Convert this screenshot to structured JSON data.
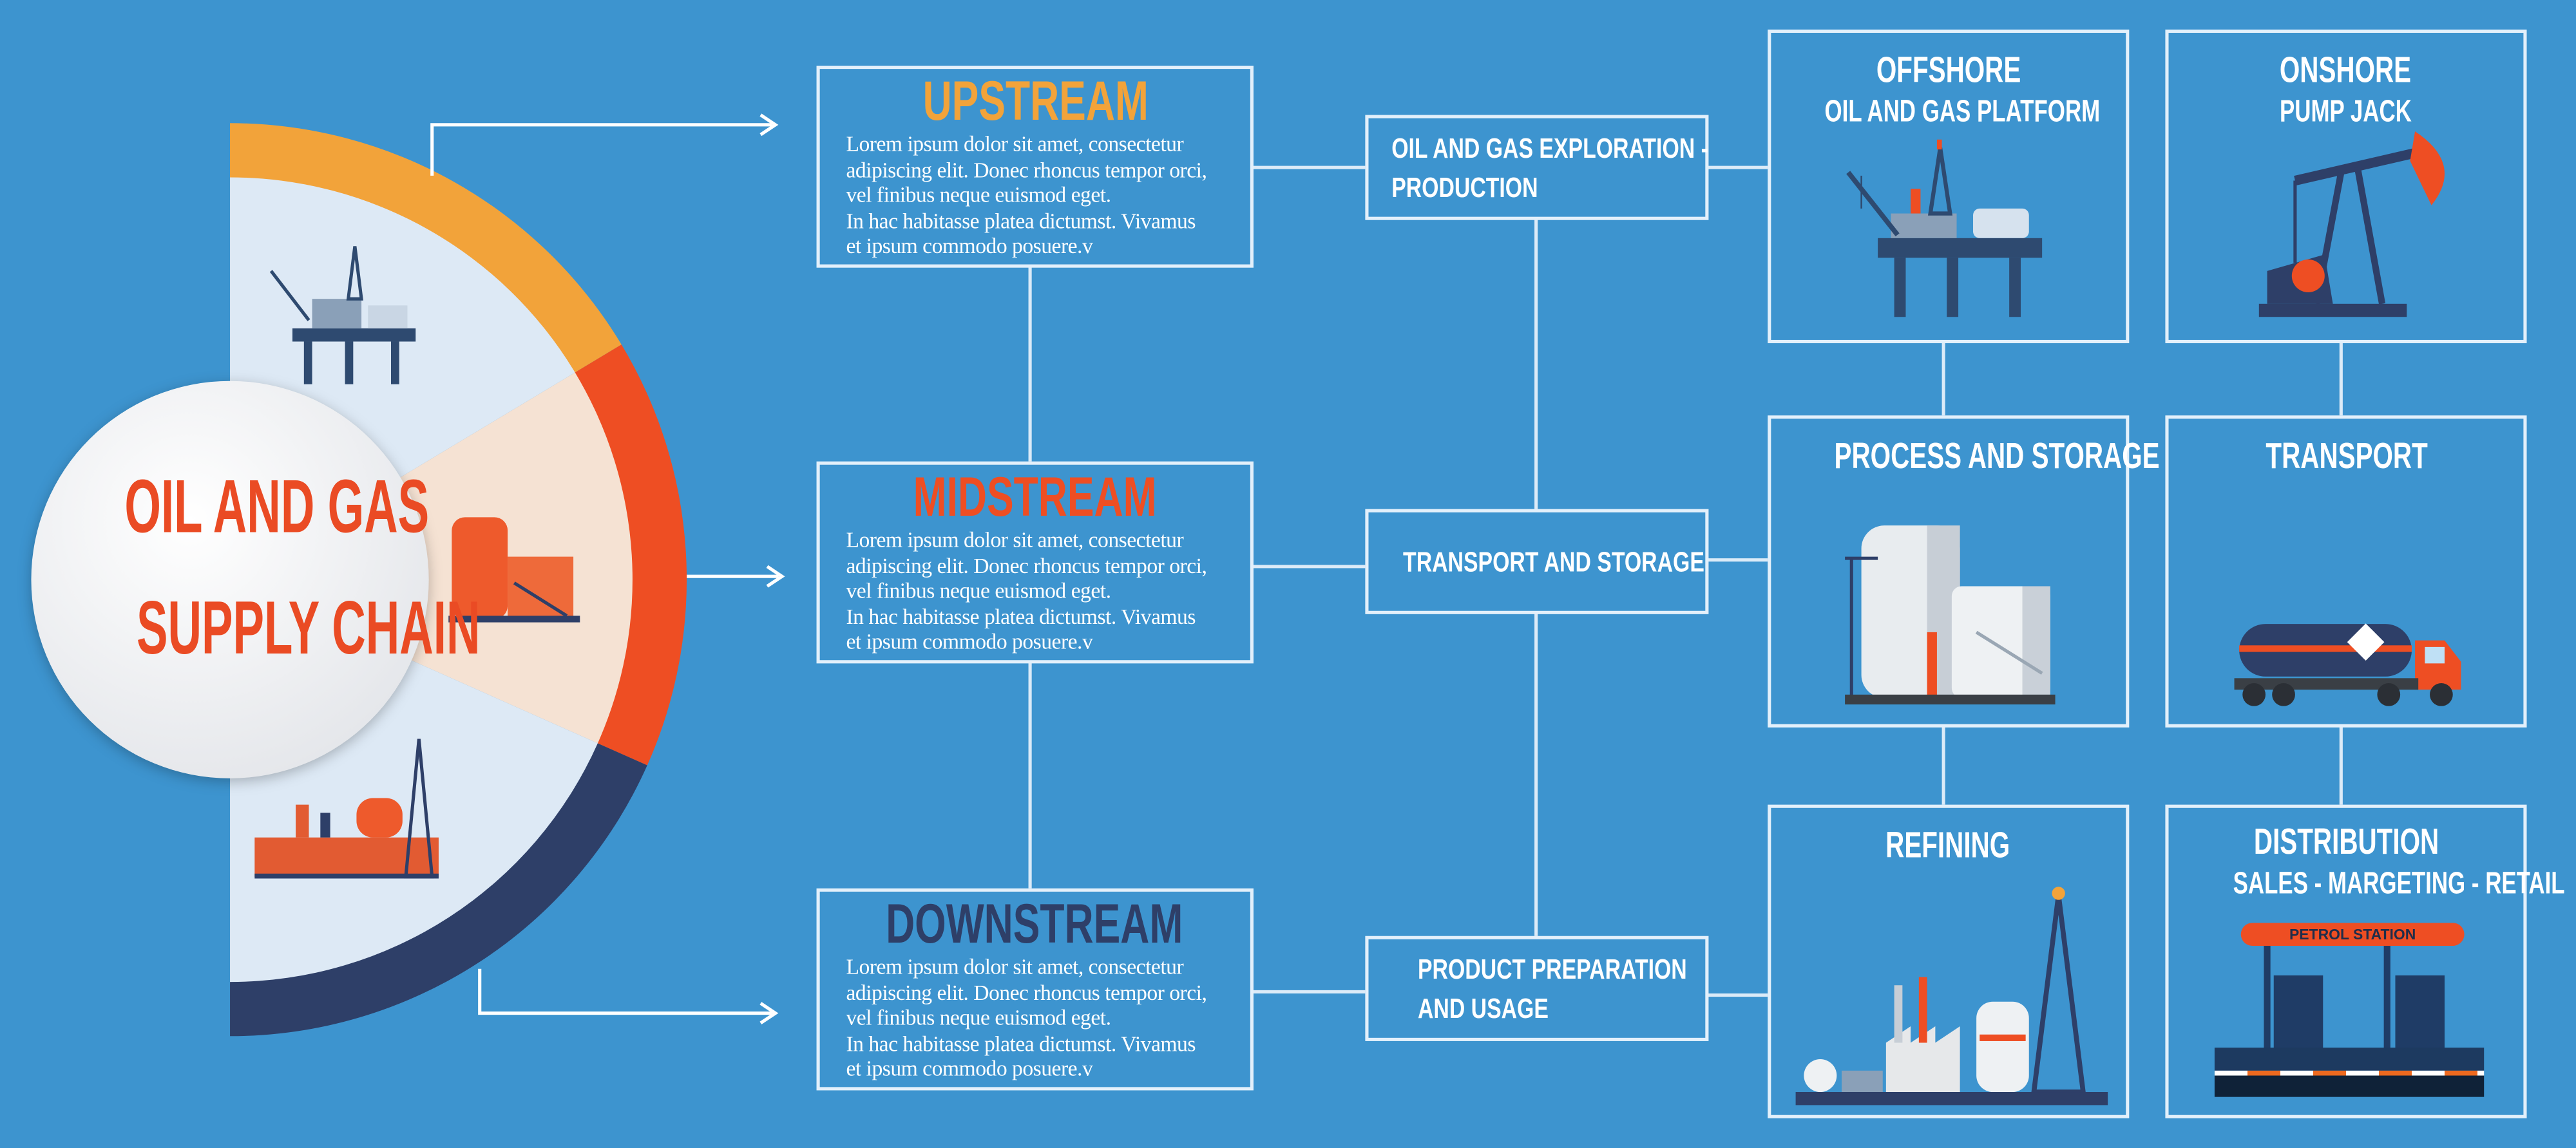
{
  "colors": {
    "background": "#3d94cf",
    "upstream": "#f2a33a",
    "midstream": "#ee4e23",
    "downstream": "#2e3f68",
    "line": "#dcebf8"
  },
  "hub": {
    "title_line1": "OIL AND GAS",
    "title_line2": "SUPPLY CHAIN"
  },
  "stages": [
    {
      "title": "UPSTREAM",
      "text": [
        "Lorem ipsum dolor sit amet, consectetur",
        "adipiscing elit. Donec rhoncus tempor orci,",
        "vel finibus neque euismod eget.",
        "In hac habitasse platea dictumst. Vivamus",
        "et ipsum commodo posuere.v"
      ]
    },
    {
      "title": "MIDSTREAM",
      "text": [
        "Lorem ipsum dolor sit amet, consectetur",
        "adipiscing elit. Donec rhoncus tempor orci,",
        "vel finibus neque euismod eget.",
        "In hac habitasse platea dictumst. Vivamus",
        "et ipsum commodo posuere.v"
      ]
    },
    {
      "title": "DOWNSTREAM",
      "text": [
        "Lorem ipsum dolor sit amet, consectetur",
        "adipiscing elit. Donec rhoncus tempor orci,",
        "vel finibus neque euismod eget.",
        "In hac habitasse platea dictumst. Vivamus",
        "et ipsum commodo posuere.v"
      ]
    }
  ],
  "processes": [
    {
      "line1": "OIL AND GAS EXPLORATION -",
      "line2": "PRODUCTION"
    },
    {
      "line1": "TRANSPORT AND STORAGE",
      "line2": ""
    },
    {
      "line1": "PRODUCT PREPARATION",
      "line2": "AND USAGE"
    }
  ],
  "cards": [
    {
      "title": "OFFSHORE",
      "subtitle": "OIL AND GAS PLATFORM",
      "icon": "offshore-platform-icon"
    },
    {
      "title": "ONSHORE",
      "subtitle": "PUMP JACK",
      "icon": "pump-jack-icon"
    },
    {
      "title": "PROCESS AND STORAGE",
      "subtitle": "",
      "icon": "storage-tanks-icon"
    },
    {
      "title": "TRANSPORT",
      "subtitle": "",
      "icon": "tanker-truck-icon"
    },
    {
      "title": "REFINING",
      "subtitle": "",
      "icon": "refinery-icon"
    },
    {
      "title": "DISTRIBUTION",
      "subtitle": "SALES - MARGETING - RETAIL",
      "icon": "petrol-station-icon",
      "sign": "PETROL STATION"
    }
  ]
}
